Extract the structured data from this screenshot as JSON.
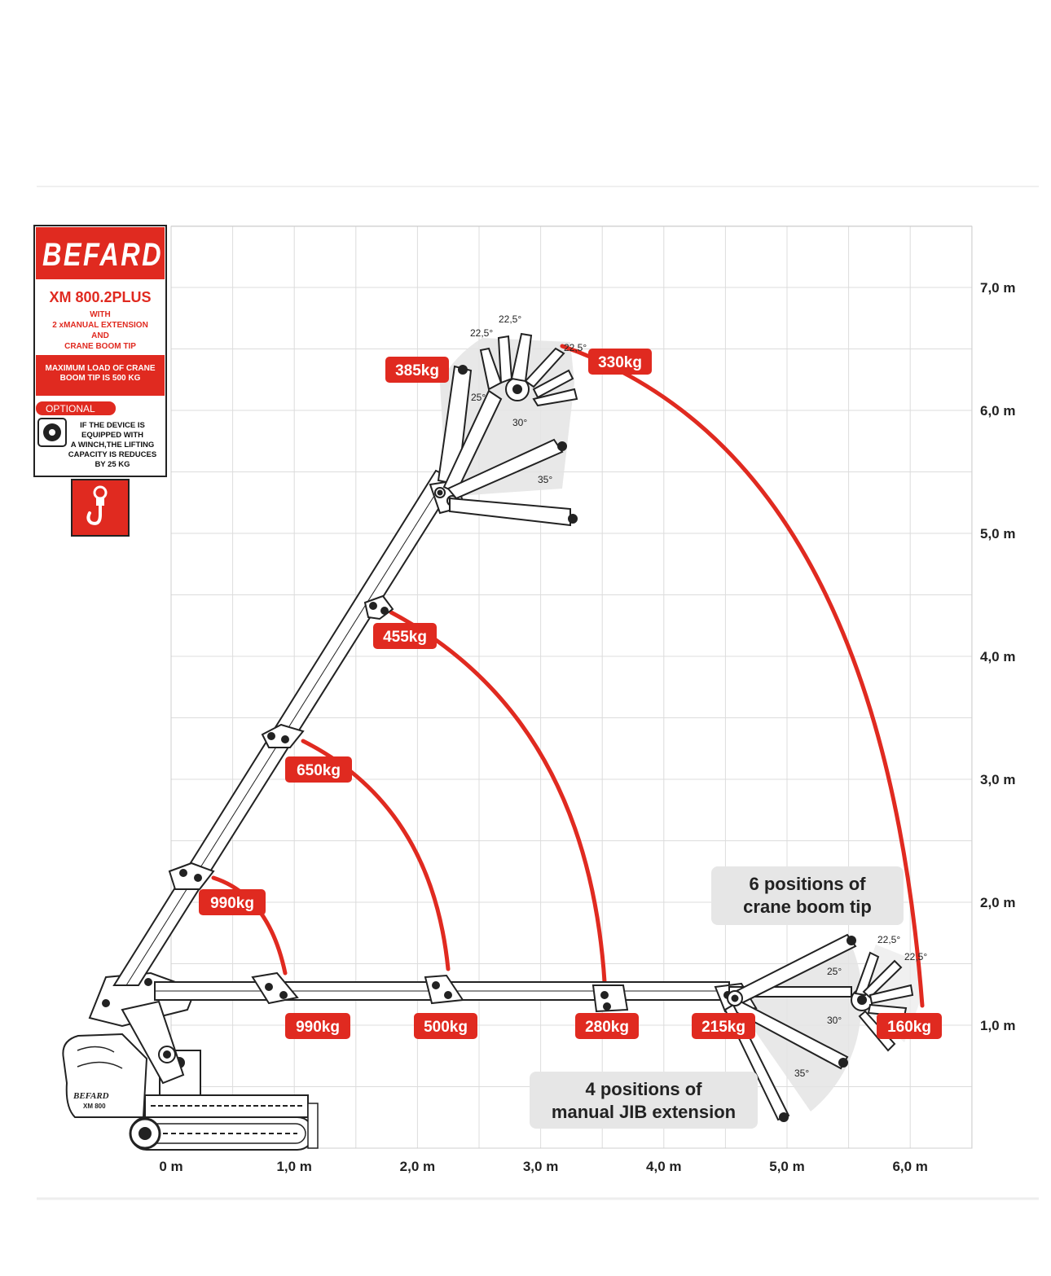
{
  "brand": {
    "logo_text": "BEFARD",
    "model": "XM 800.2PLUS",
    "config_lines": [
      "WITH",
      "2 xMANUAL EXTENSION",
      "AND",
      "CRANE BOOM TIP"
    ],
    "max_load_lines": [
      "MAXIMUM LOAD OF CRANE",
      "BOOM TIP IS 500 KG"
    ],
    "optional_label": "OPTIONAL",
    "winch_note_lines": [
      "IF THE DEVICE IS",
      "EQUIPPED WITH",
      "A WINCH,THE LIFTING",
      "CAPACITY IS REDUCES",
      "BY 25 KG"
    ],
    "hook_icon": "crane-hook-icon",
    "colors": {
      "accent": "#e02a20",
      "text": "#222222",
      "grid": "#dcdcdc",
      "note_bg": "#e6e6e6"
    }
  },
  "axes": {
    "x_labels": [
      "0 m",
      "1,0 m",
      "2,0 m",
      "3,0 m",
      "4,0 m",
      "5,0 m",
      "6,0 m"
    ],
    "y_labels": [
      "1,0 m",
      "2,0 m",
      "3,0 m",
      "4,0 m",
      "5,0 m",
      "6,0 m",
      "7,0 m"
    ],
    "x_range": [
      0,
      6.5
    ],
    "y_range": [
      0,
      7.5
    ],
    "grid": true
  },
  "loads": {
    "horizontal": [
      "990kg",
      "500kg",
      "280kg",
      "215kg",
      "160kg"
    ],
    "boom": [
      "990kg",
      "650kg",
      "455kg",
      "385kg",
      "330kg"
    ]
  },
  "angles": {
    "upper": [
      "22,5°",
      "22,5°",
      "22,5°",
      "25°",
      "30°",
      "35°"
    ],
    "lower": [
      "22,5°",
      "22,5°",
      "25°",
      "30°",
      "35°"
    ]
  },
  "notes": {
    "boom_tip": [
      "6 positions of",
      "crane boom tip"
    ],
    "jib": [
      "4 positions of",
      "manual JIB extension"
    ]
  },
  "crawler_badge": [
    "BEFARD",
    "XM 800"
  ]
}
